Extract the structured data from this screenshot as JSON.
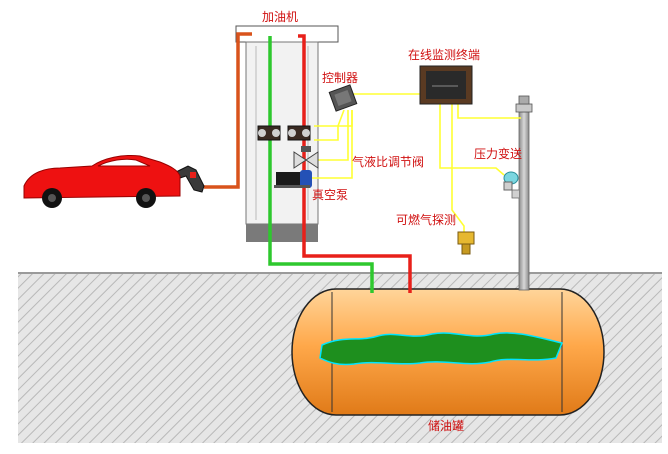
{
  "labels": {
    "dispenser": "加油机",
    "controller": "控制器",
    "monitor": "在线监测终端",
    "valve": "气液比调节阀",
    "pump": "真空泵",
    "pressure": "压力变送",
    "gas_detector": "可燃气探测",
    "tank": "储油罐"
  },
  "colors": {
    "label_text": "#d01010",
    "vapor_line": "#e8201a",
    "return_line": "#2ec82e",
    "fuel_line": "#d9531c",
    "signal_wire": "#ffff33",
    "tank_fill": "#ffb060",
    "fuel_liquid": "#1a8a1a",
    "ground_hatch": "#b8b8b8",
    "car_body": "#ee1111"
  },
  "icons": [
    "car-icon",
    "fuel-nozzle-icon",
    "controller-box-icon",
    "monitor-terminal-icon",
    "flow-meter-icon",
    "proportional-valve-icon",
    "vacuum-pump-icon",
    "pressure-transmitter-icon",
    "gas-detector-icon"
  ]
}
